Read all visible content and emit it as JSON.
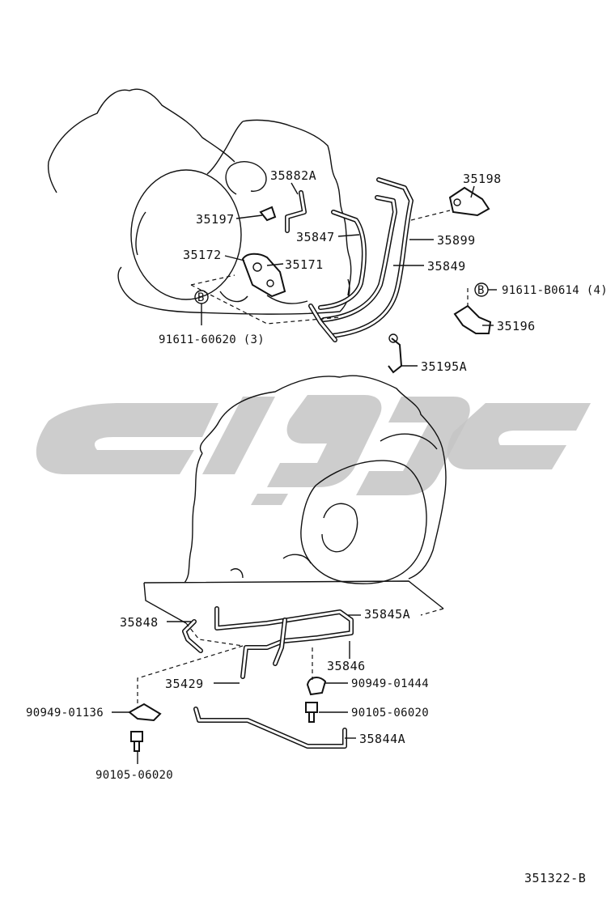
{
  "diagram": {
    "reference_code": "351322-B",
    "labels": {
      "p35882A": "35882A",
      "p35198": "35198",
      "p35197": "35197",
      "p35847": "35847",
      "p35899": "35899",
      "p35172": "35172",
      "p35171": "35171",
      "p35849": "35849",
      "p91611B": "91611-B0614 (4)",
      "p35196": "35196",
      "p9161160620": "91611-60620 (3)",
      "p35195A": "35195A",
      "p35848": "35848",
      "p35845A": "35845A",
      "p35846": "35846",
      "p35429": "35429",
      "p9094901444": "90949-01444",
      "p9094901136": "90949-01136",
      "p9010506020a": "90105-06020",
      "p9010506020b": "90105-06020",
      "p35844A": "35844A"
    },
    "callout_letters": {
      "b_upper": "B",
      "b_right": "B"
    }
  }
}
